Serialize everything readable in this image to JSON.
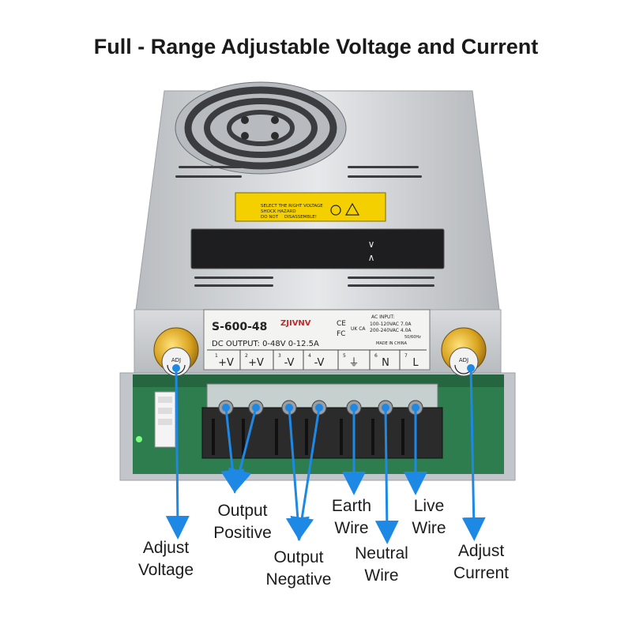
{
  "title": "Full - Range Adjustable Voltage and Current",
  "product": {
    "model": "S-600-48",
    "brand": "ZJIVNV",
    "dc_output": "DC OUTPUT: 0-48V 0-12.5A",
    "ac_input_label": "AC INPUT:",
    "ac_input_line1": "100-120VAC 7.0A",
    "ac_input_line2": "200-240VAC 4.0A",
    "frequency": "50/60Hz",
    "made_in": "MADE IN CHINA",
    "cert_ce": "CE",
    "cert_fc": "FC",
    "cert_uk": "UK CA",
    "warning_line1": "SELECT THE RIGHT VOLTAGE",
    "warning_line2": "SHOCK HAZARD",
    "warning_line3": "DO NOT",
    "warning_line4": "DISASSEMBLE!",
    "display_up": "∨",
    "display_down": "∧",
    "knob_label": "ADJ",
    "terminals": [
      {
        "num": "1",
        "label": "+V"
      },
      {
        "num": "2",
        "label": "+V"
      },
      {
        "num": "3",
        "label": "-V"
      },
      {
        "num": "4",
        "label": "-V"
      },
      {
        "num": "5",
        "label": "⏚"
      },
      {
        "num": "6",
        "label": "N"
      },
      {
        "num": "7",
        "label": "L"
      }
    ]
  },
  "callouts": {
    "adjust_voltage": {
      "line1": "Adjust",
      "line2": "Voltage"
    },
    "output_positive": {
      "line1": "Output",
      "line2": "Positive"
    },
    "output_negative": {
      "line1": "Output",
      "line2": "Negative"
    },
    "earth_wire": {
      "line1": "Earth",
      "line2": "Wire"
    },
    "neutral_wire": {
      "line1": "Neutral",
      "line2": "Wire"
    },
    "live_wire": {
      "line1": "Live",
      "line2": "Wire"
    },
    "adjust_current": {
      "line1": "Adjust",
      "line2": "Current"
    }
  },
  "colors": {
    "arrow": "#1e88e5",
    "housing": "#c9ccd0",
    "terminal_block": "#2b2b2b",
    "pcb": "#2e7d4f",
    "knob": "#d4a017"
  }
}
